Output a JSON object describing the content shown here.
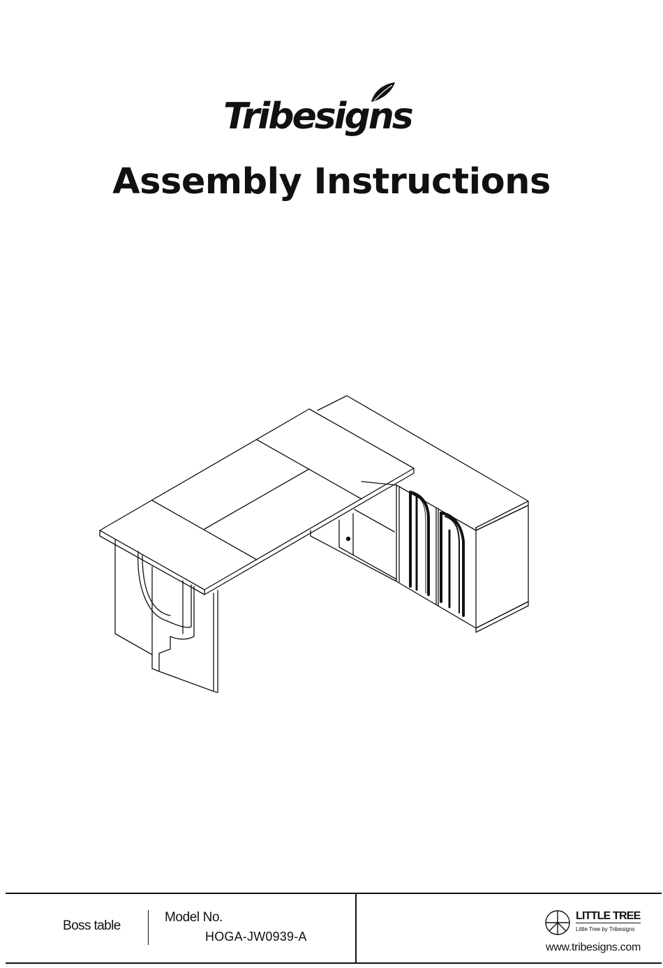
{
  "brand": {
    "name": "Tribesigns"
  },
  "document": {
    "title": "Assembly Instructions"
  },
  "footer": {
    "product_name": "Boss table",
    "model_label": "Model No.",
    "model_number": "HOGA-JW0939-A",
    "sub_brand_name": "LITTLE TREE",
    "sub_brand_tagline": "Little Tree by Tribesigns",
    "website": "www.tribesigns.com"
  },
  "illustration": {
    "icon": "l-shaped-desk-with-cabinet-drawing"
  },
  "colors": {
    "ink": "#111111",
    "paper": "#ffffff"
  }
}
